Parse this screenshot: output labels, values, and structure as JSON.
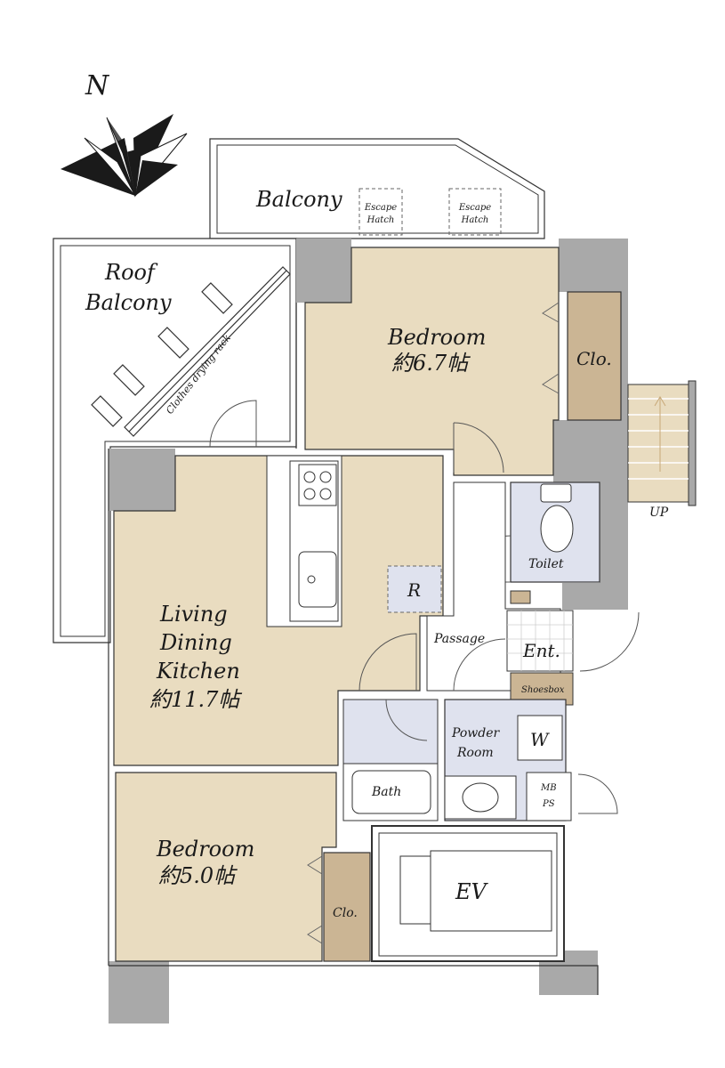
{
  "compass": {
    "label": "N"
  },
  "rooms": {
    "balcony": "Balcony",
    "escape_hatch_1": [
      "Escape",
      "Hatch"
    ],
    "escape_hatch_2": [
      "Escape",
      "Hatch"
    ],
    "roof_balcony": [
      "Roof",
      "Balcony"
    ],
    "drying_rack": "Clothes drying rack",
    "bedroom_north": {
      "name": "Bedroom",
      "size": "約6.7帖"
    },
    "closet_north": "Clo.",
    "stairs_label": "UP",
    "ldk": {
      "name_lines": [
        "Living",
        "Dining",
        "Kitchen"
      ],
      "size": "約11.7帖"
    },
    "refrigerator": "R",
    "toilet": "Toilet",
    "passage": "Passage",
    "entrance": "Ent.",
    "shoesbox": "Shoesbox",
    "powder_room": [
      "Powder",
      "Room"
    ],
    "washer": "W",
    "bath": "Bath",
    "mbps": [
      "MB",
      "PS"
    ],
    "bedroom_south": {
      "name": "Bedroom",
      "size": "約5.0帖"
    },
    "closet_south": "Clo.",
    "elevator": "EV"
  },
  "colors": {
    "room_fill": "#e9dcc0",
    "closet_fill": "#cbb594",
    "wet_fill": "#dfe2ee",
    "wall": "#a9a9a9"
  }
}
